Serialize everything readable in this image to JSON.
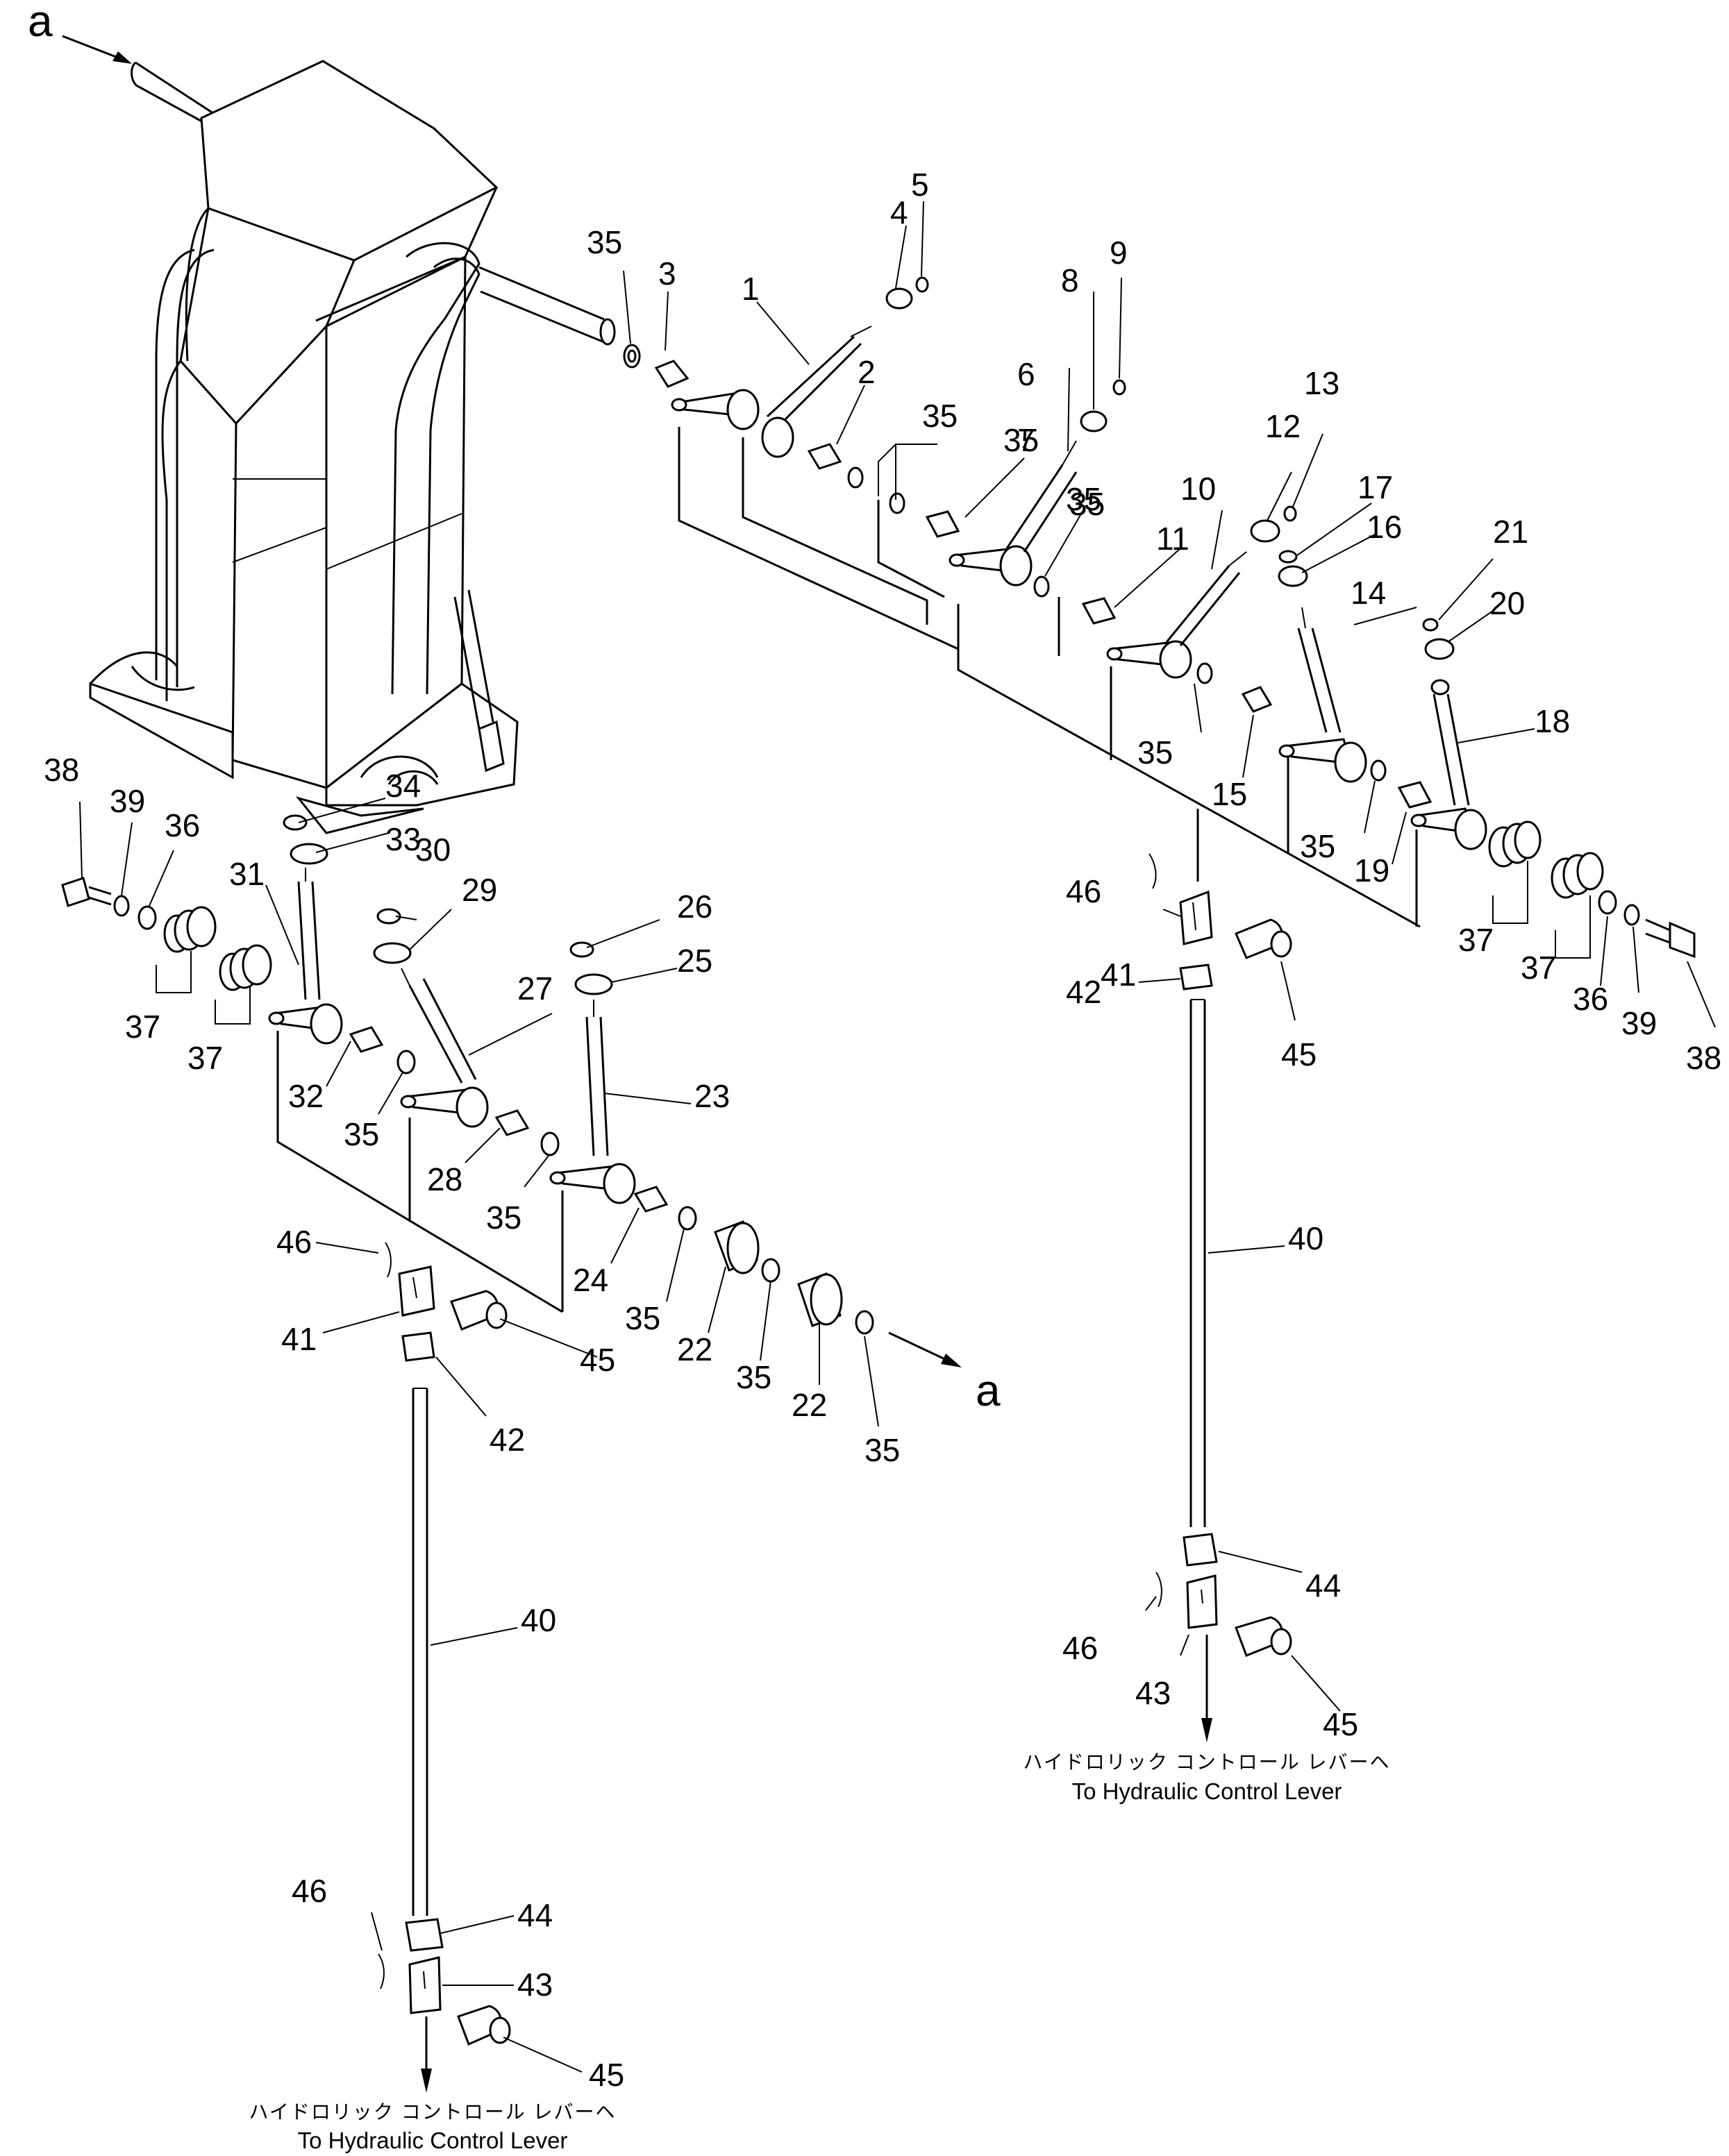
{
  "ref_marker": "a",
  "captions": {
    "right": {
      "jp": "ハイドロリック コントロール レバーヘ",
      "en": "To Hydraulic Control Lever"
    },
    "left": {
      "jp": "ハイドロリック コントロール レバーヘ",
      "en": "To Hydraulic Control Lever"
    }
  },
  "labels": [
    {
      "id": "l1",
      "text": "1"
    },
    {
      "id": "l2",
      "text": "2"
    },
    {
      "id": "l3",
      "text": "3"
    },
    {
      "id": "l4",
      "text": "4"
    },
    {
      "id": "l5",
      "text": "5"
    },
    {
      "id": "l6",
      "text": "6"
    },
    {
      "id": "l7",
      "text": "7"
    },
    {
      "id": "l8",
      "text": "8"
    },
    {
      "id": "l9",
      "text": "9"
    },
    {
      "id": "l10",
      "text": "10"
    },
    {
      "id": "l11",
      "text": "11"
    },
    {
      "id": "l12",
      "text": "12"
    },
    {
      "id": "l13",
      "text": "13"
    },
    {
      "id": "l14",
      "text": "14"
    },
    {
      "id": "l15",
      "text": "15"
    },
    {
      "id": "l16",
      "text": "16"
    },
    {
      "id": "l17",
      "text": "17"
    },
    {
      "id": "l18",
      "text": "18"
    },
    {
      "id": "l19",
      "text": "19"
    },
    {
      "id": "l20",
      "text": "20"
    },
    {
      "id": "l21",
      "text": "21"
    },
    {
      "id": "l22a",
      "text": "22"
    },
    {
      "id": "l22b",
      "text": "22"
    },
    {
      "id": "l23",
      "text": "23"
    },
    {
      "id": "l24",
      "text": "24"
    },
    {
      "id": "l25",
      "text": "25"
    },
    {
      "id": "l26",
      "text": "26"
    },
    {
      "id": "l27",
      "text": "27"
    },
    {
      "id": "l28",
      "text": "28"
    },
    {
      "id": "l29",
      "text": "29"
    },
    {
      "id": "l30",
      "text": "30"
    },
    {
      "id": "l31",
      "text": "31"
    },
    {
      "id": "l32",
      "text": "32"
    },
    {
      "id": "l33",
      "text": "33"
    },
    {
      "id": "l34",
      "text": "34"
    },
    {
      "id": "l35a",
      "text": "35"
    },
    {
      "id": "l35b",
      "text": "35"
    },
    {
      "id": "l35c",
      "text": "35"
    },
    {
      "id": "l35d",
      "text": "35"
    },
    {
      "id": "l35e",
      "text": "35"
    },
    {
      "id": "l35f",
      "text": "35"
    },
    {
      "id": "l35g",
      "text": "35"
    },
    {
      "id": "l35h",
      "text": "35"
    },
    {
      "id": "l35i",
      "text": "35"
    },
    {
      "id": "l35j",
      "text": "35"
    },
    {
      "id": "l35k",
      "text": "35"
    },
    {
      "id": "l35l",
      "text": "35"
    },
    {
      "id": "l36a",
      "text": "36"
    },
    {
      "id": "l36b",
      "text": "36"
    },
    {
      "id": "l37a",
      "text": "37"
    },
    {
      "id": "l37b",
      "text": "37"
    },
    {
      "id": "l37c",
      "text": "37"
    },
    {
      "id": "l37d",
      "text": "37"
    },
    {
      "id": "l38a",
      "text": "38"
    },
    {
      "id": "l38b",
      "text": "38"
    },
    {
      "id": "l39a",
      "text": "39"
    },
    {
      "id": "l39b",
      "text": "39"
    },
    {
      "id": "l40a",
      "text": "40"
    },
    {
      "id": "l40b",
      "text": "40"
    },
    {
      "id": "l41a",
      "text": "41"
    },
    {
      "id": "l41b",
      "text": "41"
    },
    {
      "id": "l42a",
      "text": "42"
    },
    {
      "id": "l42b",
      "text": "42"
    },
    {
      "id": "l43a",
      "text": "43"
    },
    {
      "id": "l43b",
      "text": "43"
    },
    {
      "id": "l44a",
      "text": "44"
    },
    {
      "id": "l44b",
      "text": "44"
    },
    {
      "id": "l45a",
      "text": "45"
    },
    {
      "id": "l45b",
      "text": "45"
    },
    {
      "id": "l45c",
      "text": "45"
    },
    {
      "id": "l45d",
      "text": "45"
    },
    {
      "id": "l46a",
      "text": "46"
    },
    {
      "id": "l46b",
      "text": "46"
    },
    {
      "id": "l46c",
      "text": "46"
    },
    {
      "id": "l46d",
      "text": "46"
    }
  ]
}
